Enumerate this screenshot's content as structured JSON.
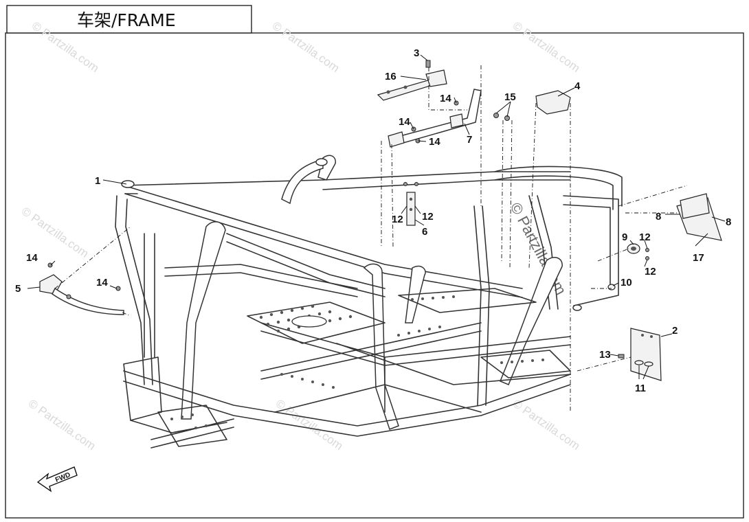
{
  "title": "车架/FRAME",
  "watermark": "© Partzilla.com",
  "watermark_center": "© Partzilla.com",
  "fwd_label": "FWD",
  "callouts": {
    "c1": "1",
    "c2": "2",
    "c3": "3",
    "c4": "4",
    "c5": "5",
    "c6": "6",
    "c7": "7",
    "c8a": "8",
    "c8b": "8",
    "c9": "9",
    "c10": "10",
    "c11": "11",
    "c12a": "12",
    "c12b": "12",
    "c12c": "12",
    "c12d": "12",
    "c13": "13",
    "c14a": "14",
    "c14b": "14",
    "c14c": "14",
    "c14d": "14",
    "c14e": "14",
    "c15": "15",
    "c16": "16",
    "c17": "17"
  },
  "colors": {
    "line": "#333333",
    "watermark": "#d9d9d9",
    "background": "#ffffff"
  }
}
